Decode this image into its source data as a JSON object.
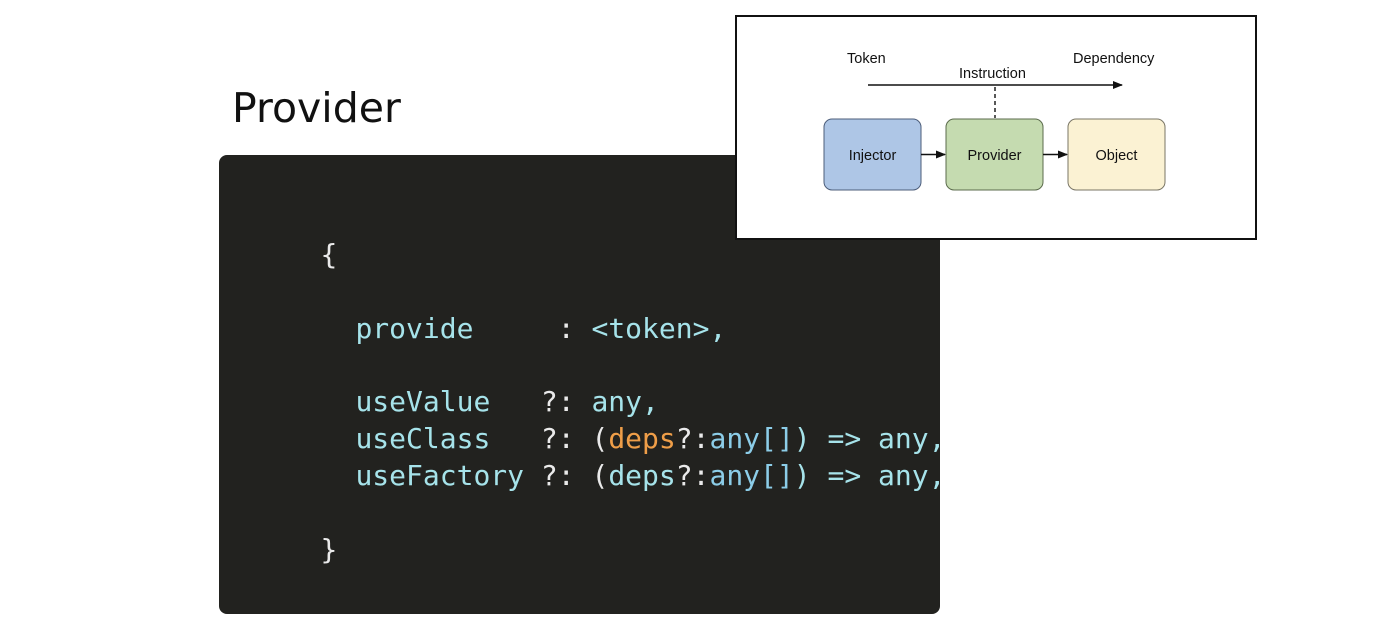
{
  "title": "Provider",
  "code": {
    "open_brace": "{",
    "close_brace": "}",
    "line_provide": {
      "key": "provide",
      "pad": "     ",
      "sep": ": ",
      "value": "<token>,"
    },
    "line_use_value": {
      "key": "useValue",
      "pad": "   ",
      "sep": "?: ",
      "value": "any,"
    },
    "line_use_class": {
      "key": "useClass",
      "pad": "   ",
      "sep": "?: (",
      "param": "deps",
      "param_sep": "?:",
      "param_type": "any[]",
      "rest": ") => any,"
    },
    "line_use_factory": {
      "key": "useFactory",
      "pad": " ",
      "sep": "?: (",
      "param": "deps",
      "param_sep": "?:",
      "param_type": "any[]",
      "rest": ") => any,"
    }
  },
  "diagram": {
    "label_token": "Token",
    "label_instruction": "Instruction",
    "label_dependency": "Dependency",
    "nodes": {
      "injector": {
        "label": "Injector",
        "fill": "#aec6e6",
        "stroke": "#4c5d7a"
      },
      "provider": {
        "label": "Provider",
        "fill": "#c5dbb0",
        "stroke": "#5b6b4c"
      },
      "object": {
        "label": "Object",
        "fill": "#fbf2d3",
        "stroke": "#7a7666"
      }
    }
  }
}
